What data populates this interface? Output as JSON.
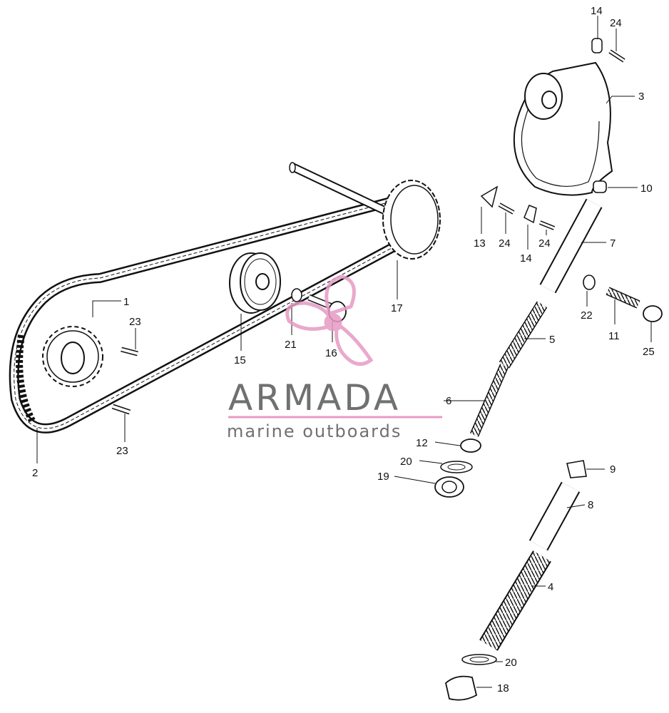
{
  "watermark": {
    "brand": "ARMADA",
    "tagline": "marine outboards",
    "accent_color": "#e79ac4",
    "text_color": "#707070",
    "logo_icon": "propeller-icon"
  },
  "callouts": {
    "c1": "1",
    "c2": "2",
    "c3": "3",
    "c4": "4",
    "c5": "5",
    "c6": "6",
    "c7": "7",
    "c8": "8",
    "c9": "9",
    "c10": "10",
    "c11": "11",
    "c12": "12",
    "c13": "13",
    "c14a": "14",
    "c14b": "14",
    "c15": "15",
    "c16": "16",
    "c17": "17",
    "c18": "18",
    "c19": "19",
    "c20a": "20",
    "c20b": "20",
    "c21": "21",
    "c22": "22",
    "c23a": "23",
    "c23b": "23",
    "c24a": "24",
    "c24b": "24",
    "c24c": "24",
    "c25": "25"
  }
}
